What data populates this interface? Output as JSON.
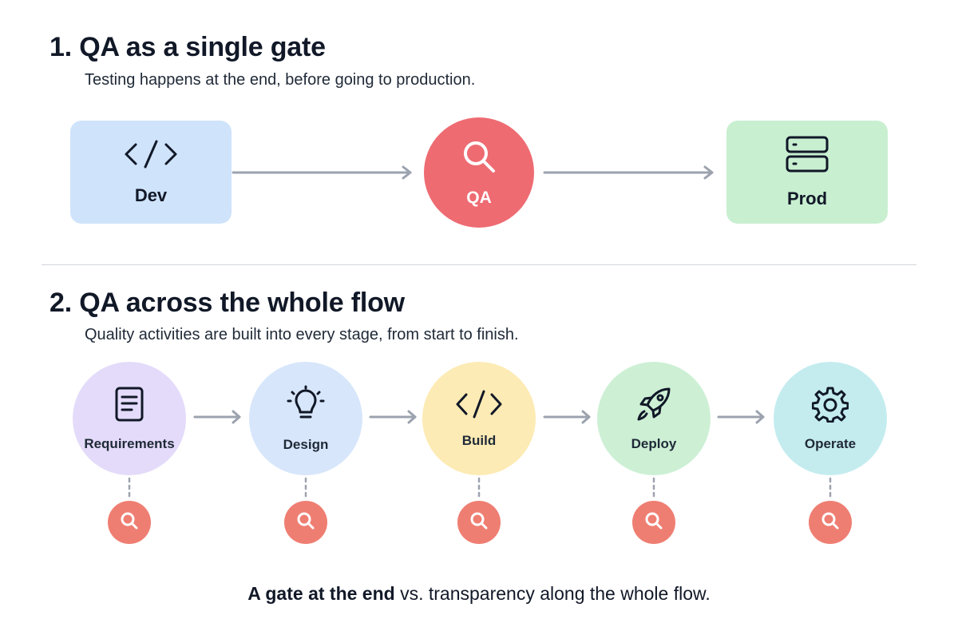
{
  "section1": {
    "title": "1. QA as a single gate",
    "subtitle": "Testing happens at the end, before going to production.",
    "nodes": [
      {
        "label": "Dev",
        "icon": "code-icon",
        "color": "#cfe3fb"
      },
      {
        "label": "QA",
        "icon": "search-icon",
        "color": "#ee6b72"
      },
      {
        "label": "Prod",
        "icon": "server-icon",
        "color": "#c9efd1"
      }
    ]
  },
  "section2": {
    "title": "2. QA across the whole flow",
    "subtitle": "Quality activities are built into every stage, from start to finish.",
    "stages": [
      {
        "label": "Requirements",
        "icon": "document-icon",
        "color": "#e4dbfa"
      },
      {
        "label": "Design",
        "icon": "lightbulb-icon",
        "color": "#d7e6fb"
      },
      {
        "label": "Build",
        "icon": "code-icon",
        "color": "#fdebb5"
      },
      {
        "label": "Deploy",
        "icon": "rocket-icon",
        "color": "#cdf0d5"
      },
      {
        "label": "Operate",
        "icon": "gear-icon",
        "color": "#c4ecef"
      }
    ],
    "qa_icon": "search-icon",
    "qa_color": "#ef7e72"
  },
  "footer": {
    "bold_part": "A gate at the end",
    "rest": " vs. transparency along the whole flow."
  }
}
